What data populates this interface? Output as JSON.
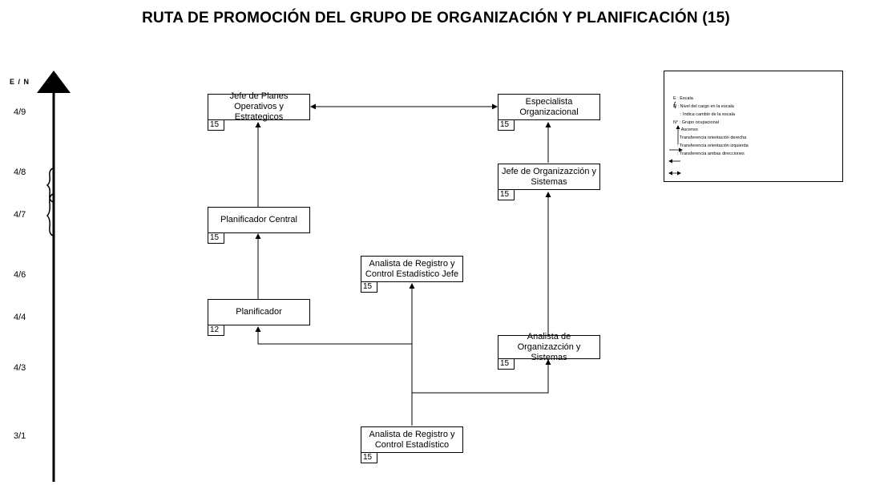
{
  "title": "RUTA DE PROMOCIÓN DEL GRUPO DE ORGANIZACIÓN Y PLANIFICACIÓN (15)",
  "axis": {
    "header": "E / N",
    "levels": [
      "4/9",
      "4/8",
      "4/7",
      "4/6",
      "4/4",
      "4/3",
      "3/1"
    ]
  },
  "nodes": {
    "jefe_planes": {
      "label": "Jefe de Planes Operativos y Estrategicos",
      "code": "15"
    },
    "especialista": {
      "label": "Especialista Organizacional",
      "code": "15"
    },
    "jefe_org": {
      "label": "Jefe de Organizazción y Sistemas",
      "code": "15"
    },
    "planificador_central": {
      "label": "Planificador Central",
      "code": "15"
    },
    "analista_reg_jefe": {
      "label": "Analista de Registro y Control Estadístico Jefe",
      "code": "15"
    },
    "planificador": {
      "label": "Planificador",
      "code": "12"
    },
    "analista_org": {
      "label": "Analista de Organizazción y Sistemas",
      "code": "15"
    },
    "analista_reg": {
      "label": "Analista de Registro y Control Estadístico",
      "code": "15"
    }
  },
  "legend": {
    "items": [
      "E :  Escala",
      "N :  Nivel del cargo en la escala",
      ":  Indica cambio de la escala",
      "N° :  Grupo ocupacional",
      ": Ascenso",
      ": Transferencia orientación derecha",
      ": Transferencia orientación izquierda",
      ": Transferencia ambas direcciones"
    ]
  }
}
